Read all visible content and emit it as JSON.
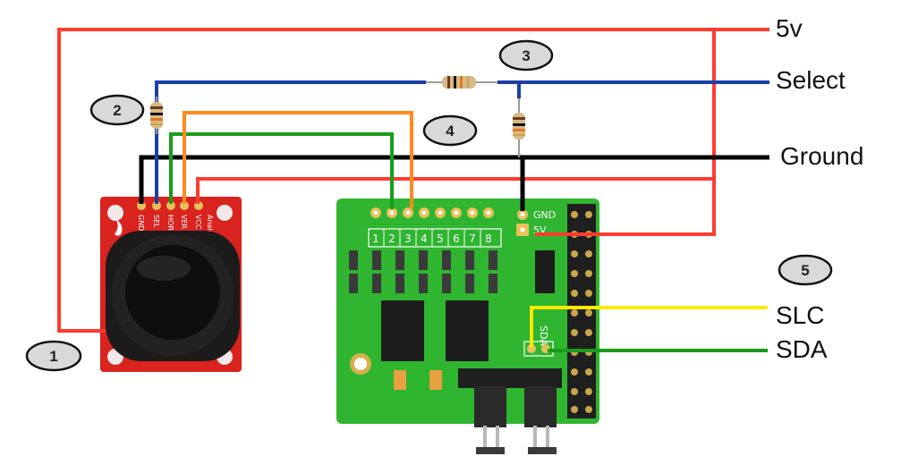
{
  "labels": {
    "v5": "5v",
    "select": "Select",
    "ground": "Ground",
    "slc": "SLC",
    "sda": "SDA"
  },
  "badges": [
    "1",
    "2",
    "3",
    "4",
    "5"
  ],
  "joystick": {
    "pins": [
      "GND",
      "SEL",
      "HOR",
      "VER",
      "VCC"
    ],
    "brand": "Analog Joystick"
  },
  "board": {
    "channels": [
      "1",
      "2",
      "3",
      "4",
      "5",
      "6",
      "7",
      "8"
    ],
    "gnd_label": "GND",
    "v5_label": "5V",
    "sda_label": "SDA"
  },
  "colors": {
    "v5": "#ff3b2f",
    "select": "#1a3fa6",
    "ground": "#000000",
    "slc": "#ffea00",
    "sda": "#1a9c1a",
    "horizontal": "#1a9c1a",
    "vertical": "#ff8a1f",
    "pcb": "#2fb52f",
    "joystick_board": "#d9231f"
  }
}
